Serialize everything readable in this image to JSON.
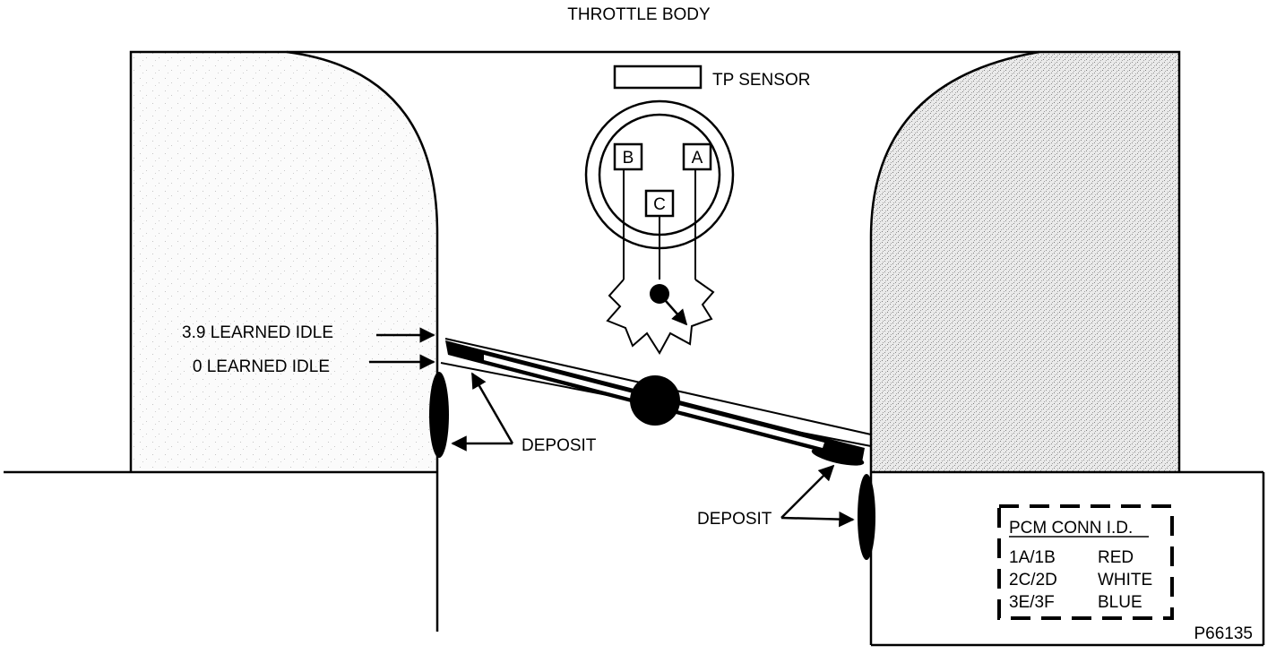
{
  "title": "THROTTLE BODY",
  "labels": {
    "tp_sensor": "TP SENSOR",
    "learned_idle_high": "3.9  LEARNED IDLE",
    "learned_idle_zero": "0 LEARNED IDLE",
    "deposit_left": "DEPOSIT",
    "deposit_right": "DEPOSIT",
    "figure_id": "P66135"
  },
  "terminals": [
    "B",
    "A",
    "C"
  ],
  "legend": {
    "title": "PCM CONN I.D.",
    "rows": [
      {
        "conn": "1A/1B",
        "color": "RED"
      },
      {
        "conn": "2C/2D",
        "color": "WHITE"
      },
      {
        "conn": "3E/3F",
        "color": "BLUE"
      }
    ]
  }
}
